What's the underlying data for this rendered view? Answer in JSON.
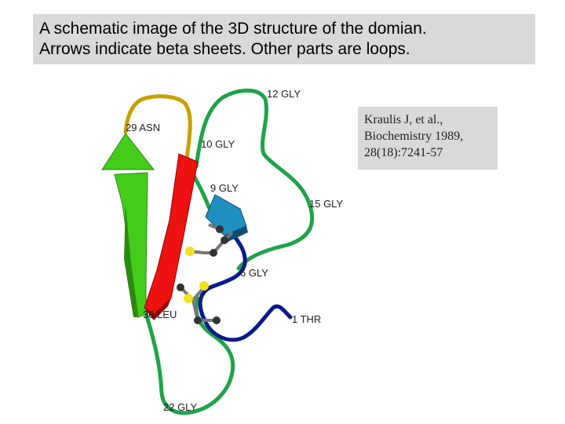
{
  "caption": {
    "line1": "A schematic image of the 3D structure of the domian.",
    "line2": "Arrows indicate beta sheets.   Other parts are loops."
  },
  "citation": {
    "line1": "Kraulis J, et al.,",
    "line2": "Biochemistry 1989,",
    "line3": "28(18):7241-57"
  },
  "labels": {
    "gly12": "12 GLY",
    "asn29": "29 ASN",
    "gly10": "10 GLY",
    "gly9": "9 GLY",
    "gly15": "15 GLY",
    "gly6": "6 GLY",
    "leu36": "36 LEU",
    "thr1": "1 THR",
    "gly22": "22 GLY"
  },
  "colors": {
    "loop_green": "#1fa34a",
    "loop_gold": "#c8a000",
    "loop_blue": "#0a1a8c",
    "sheet_green": "#44cc1a",
    "sheet_red": "#ee1111",
    "sheet_blue": "#1f8fbf",
    "sulfur": "#f0e020",
    "atom": "#333333"
  }
}
